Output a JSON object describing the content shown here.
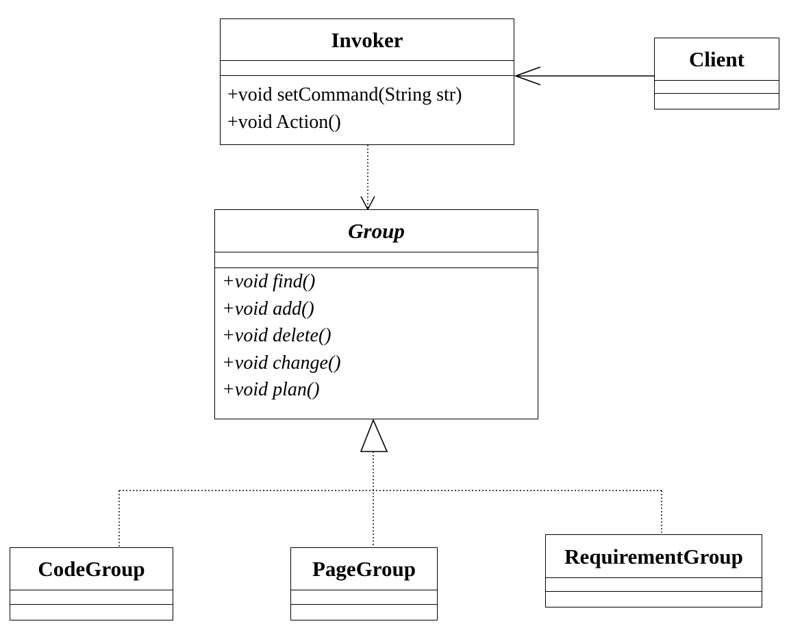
{
  "classes": {
    "invoker": {
      "name": "Invoker",
      "operations": [
        "+void setCommand(String str)",
        "+void Action()"
      ]
    },
    "client": {
      "name": "Client"
    },
    "group": {
      "name": "Group",
      "operations": [
        "+void find()",
        "+void add()",
        "+void delete()",
        "+void change()",
        "+void plan()"
      ]
    },
    "code_group": {
      "name": "CodeGroup"
    },
    "page_group": {
      "name": "PageGroup"
    },
    "requirement_group": {
      "name": "RequirementGroup"
    }
  }
}
